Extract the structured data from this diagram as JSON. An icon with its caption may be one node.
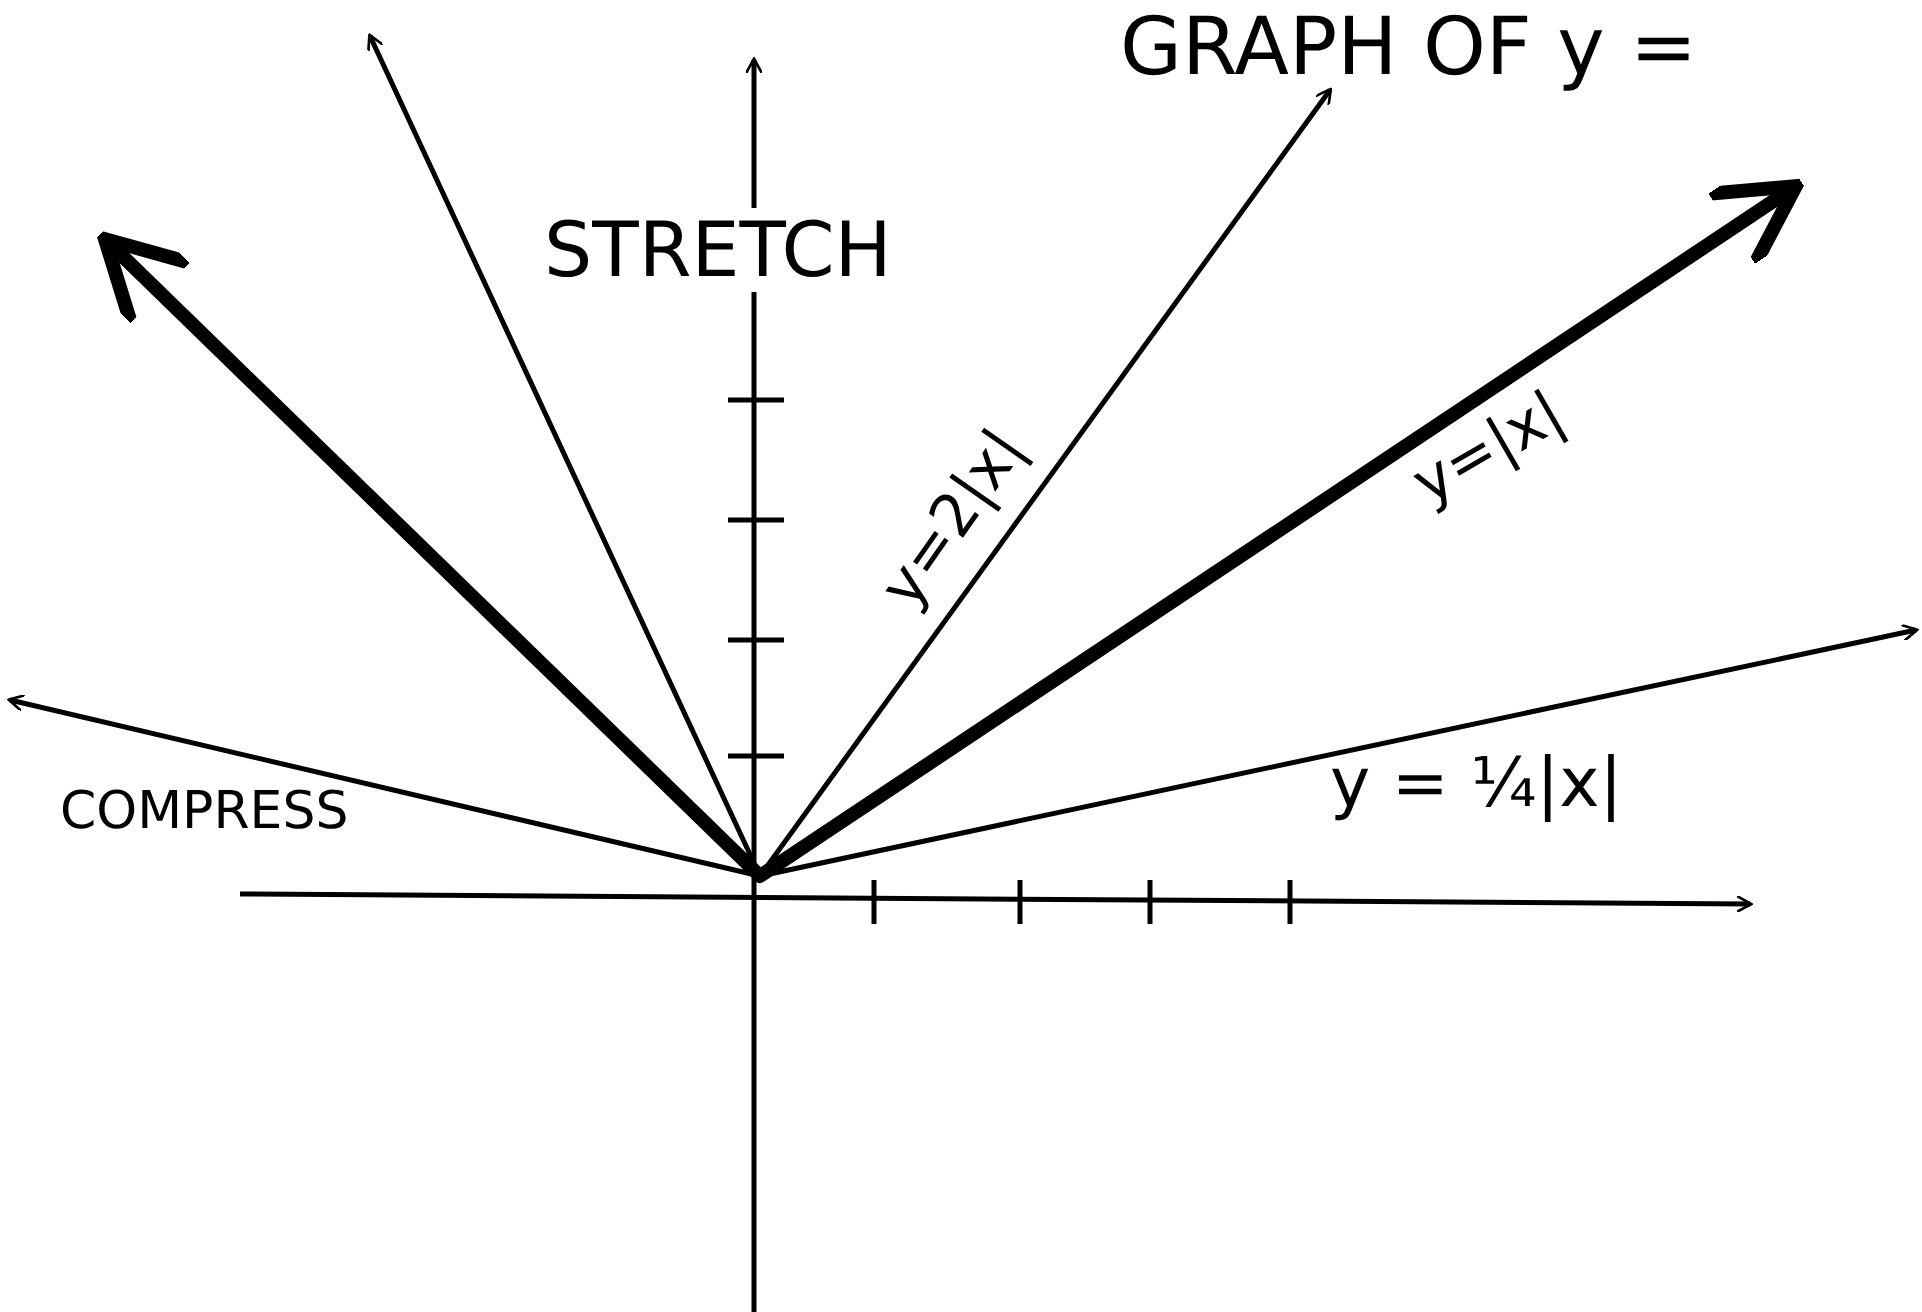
{
  "diagram": {
    "title": "GRAPH OF y =",
    "labels": [
      "STRETCH",
      "y=2|x|",
      "y=|x|",
      "y = ¼|x|",
      "COMPRESS"
    ]
  }
}
